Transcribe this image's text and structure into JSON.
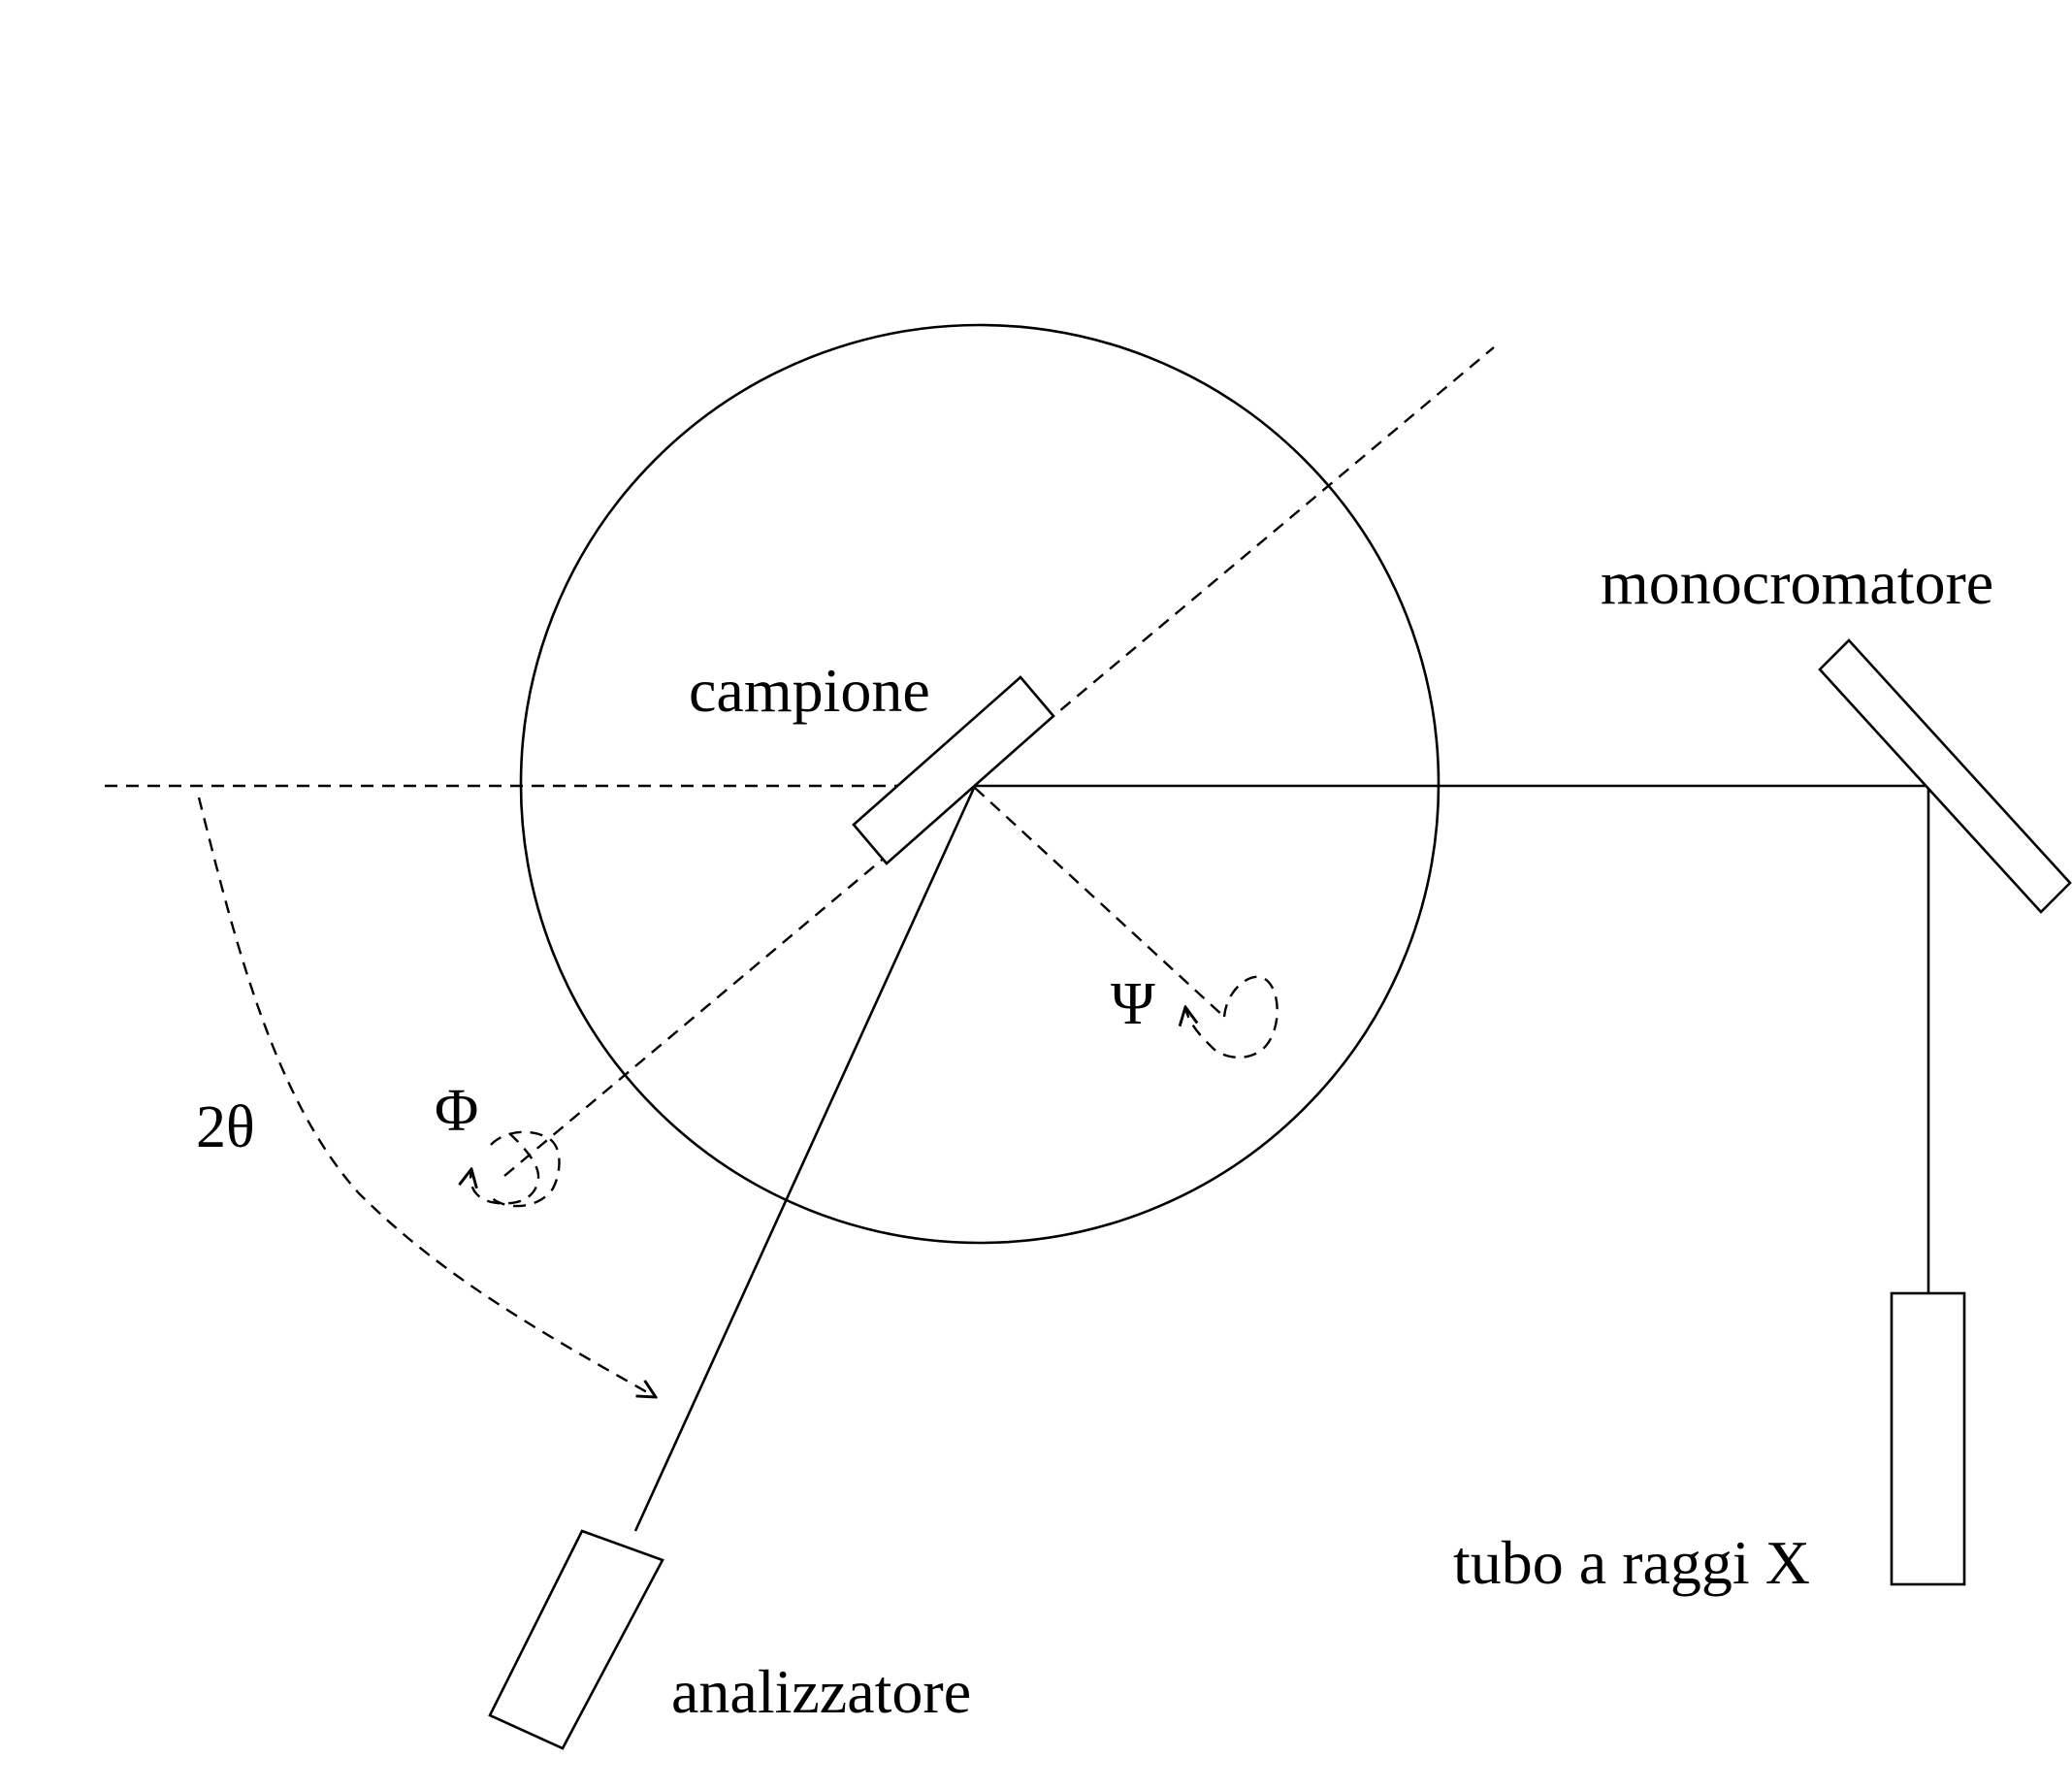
{
  "labels": {
    "monochromator": "monocromatore",
    "sample": "campione",
    "xray_tube": "tubo a raggi X",
    "analyzer": "analizzatore",
    "two_theta": "2θ",
    "phi": "Φ",
    "psi": "Ψ"
  },
  "colors": {
    "stroke": "#000000",
    "background": "#ffffff"
  }
}
